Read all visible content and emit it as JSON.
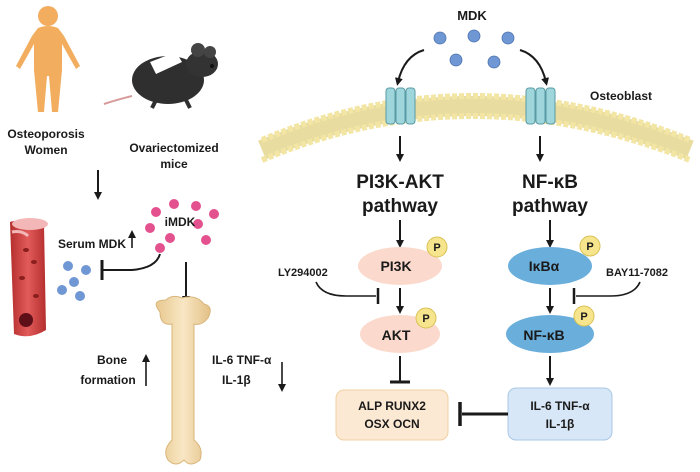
{
  "left_panel": {
    "women_label_line1": "Osteoporosis",
    "women_label_line2": "Women",
    "mice_label_line1": "Ovariectomized",
    "mice_label_line2": "mice",
    "serum_label": "Serum MDK",
    "imdk_label": "iMDK",
    "bone_formation_line1": "Bone",
    "bone_formation_line2": "formation",
    "cytokines_line1": "IL-6 TNF-α",
    "cytokines_line2": "IL-1β"
  },
  "right_panel": {
    "mdk_label": "MDK",
    "osteoblast_label": "Osteoblast",
    "pi3k_pathway_line1": "PI3K-AKT",
    "pi3k_pathway_line2": "pathway",
    "nfkb_pathway_line1": "NF-κB",
    "nfkb_pathway_line2": "pathway",
    "pi3k_node": "PI3K",
    "akt_node": "AKT",
    "ikba_node": "IκBα",
    "nfkb_node": "NF-κB",
    "phospho_badge": "P",
    "ly_inhibitor": "LY294002",
    "bay_inhibitor": "BAY11-7082",
    "osteo_markers_line1": "ALP RUNX2",
    "osteo_markers_line2": "OSX OCN",
    "cytokines_line1": "IL-6 TNF-α",
    "cytokines_line2": "IL-1β"
  },
  "colors": {
    "pink_node": "#fbd9cc",
    "blue_node": "#6aaedc",
    "cytokine_box": "#d7e7f7",
    "marker_box": "#fbe9d3",
    "phospho": "#f6e58d",
    "mdk_dot": "#6f97d4",
    "imdk_dot": "#e3518f",
    "receptor": "#9fd6dc",
    "membrane": "#f3e6a4",
    "skin": "#f2ad5f",
    "bone": "#f1d9ad",
    "vessel": "#c93a3a"
  }
}
